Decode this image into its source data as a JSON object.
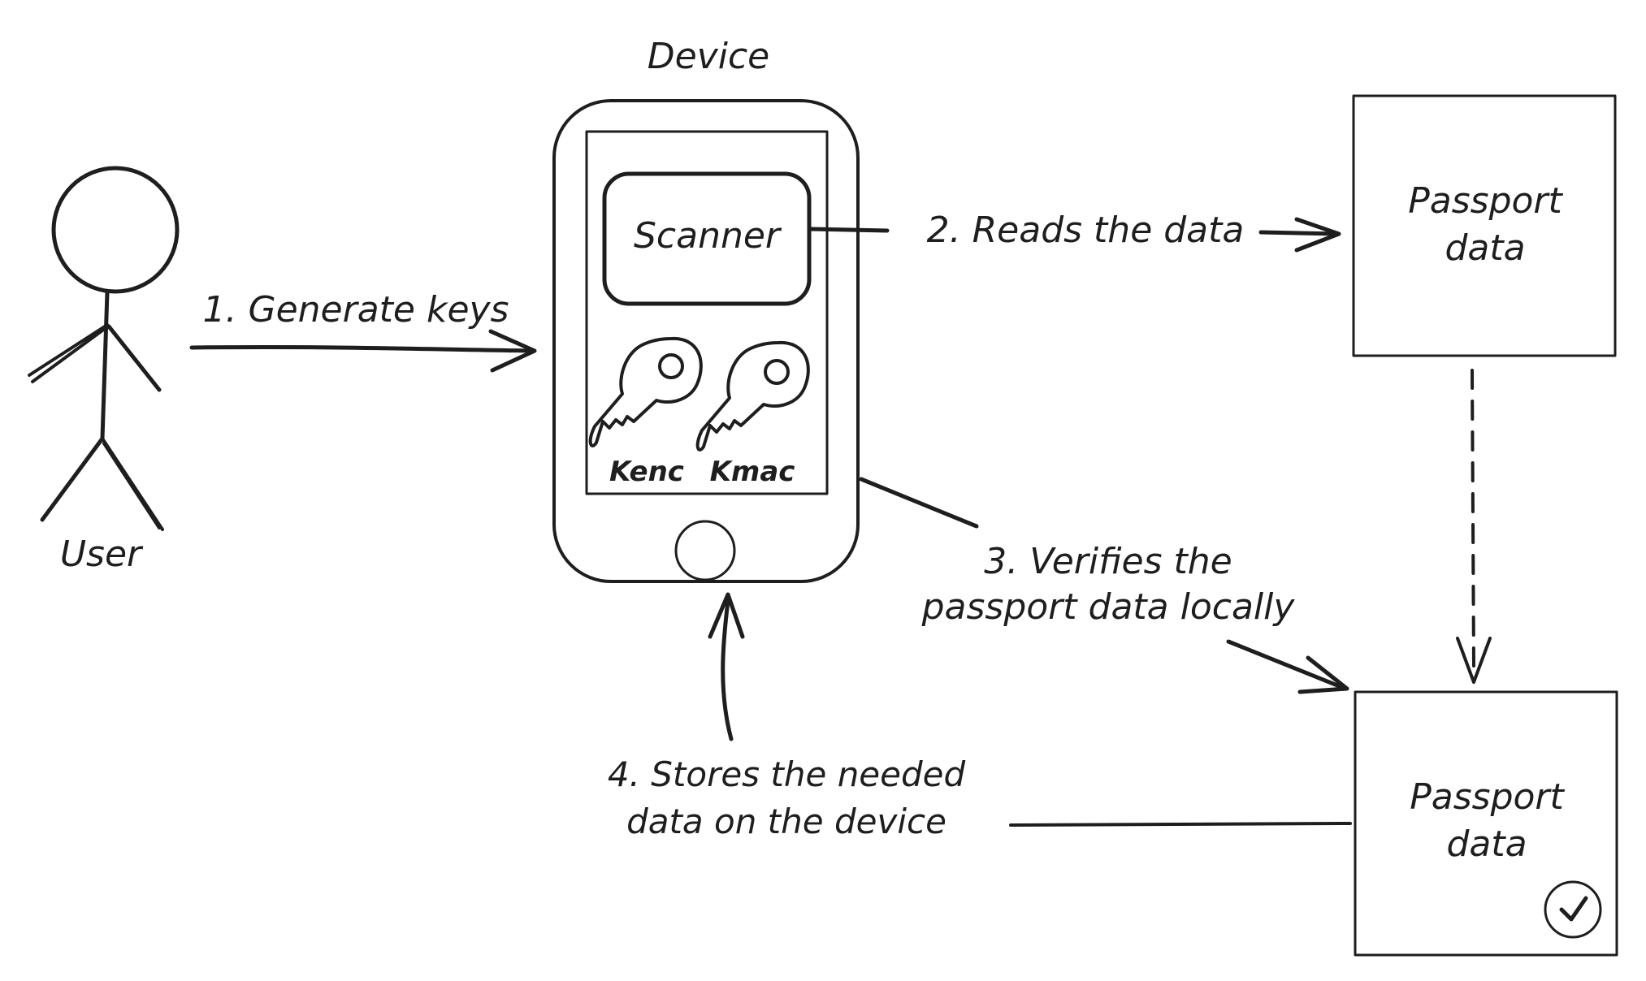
{
  "diagram": {
    "device_title": "Device",
    "scanner_label": "Scanner",
    "key_labels": [
      "Kenc",
      "Kmac"
    ],
    "user_label": "User",
    "passport_source_label_lines": [
      "Passport",
      "data"
    ],
    "passport_verified_label_lines": [
      "Passport",
      "data"
    ],
    "steps": {
      "step1": "1. Generate keys",
      "step2": "2. Reads the data",
      "step3_lines": [
        "3. Verifies the",
        "passport data locally"
      ],
      "step4_lines": [
        "4. Stores the needed",
        "data on the device"
      ]
    },
    "colors": {
      "ink": "#1e1e1e",
      "box_fill": "#ececec",
      "device_hatch": "#c9c9c9",
      "check_badge_fill": "#c9ecd9"
    }
  }
}
